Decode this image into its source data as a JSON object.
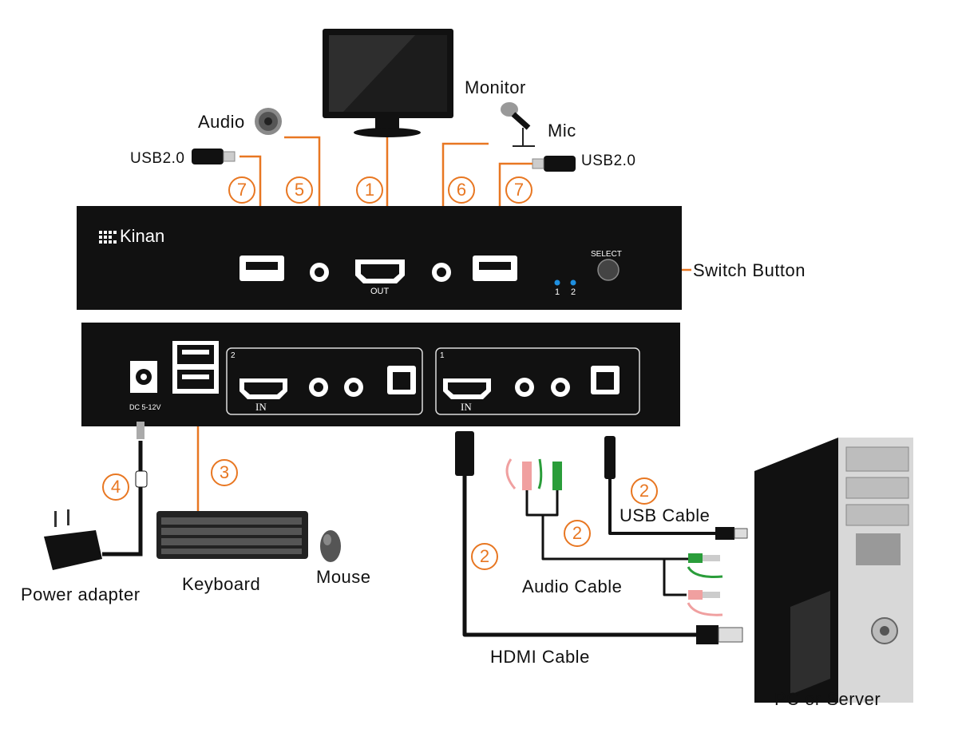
{
  "brand": "Kinan",
  "labels": {
    "monitor": "Monitor",
    "audio": "Audio",
    "mic": "Mic",
    "usb_left": "USB2.0",
    "usb_right": "USB2.0",
    "switch_button": "Switch  Button",
    "power_adapter": "Power adapter",
    "keyboard": "Keyboard",
    "mouse": "Mouse",
    "usb_cable": "USB Cable",
    "audio_cable": "Audio Cable",
    "hdmi_cable": "HDMI Cable",
    "pc_or_server": "PC or Server"
  },
  "markers": {
    "usb_left": "7",
    "audio": "5",
    "monitor": "1",
    "mic": "6",
    "usb_right": "7",
    "power": "4",
    "keyboard": "3",
    "usb_cable": "2",
    "audio_cable": "2",
    "hdmi_cable": "2"
  },
  "front_panel": {
    "out_label": "OUT",
    "select_label": "SELECT",
    "led1": "1",
    "led2": "2"
  },
  "back_panel": {
    "dc_label": "DC  5-12V",
    "port2": "2",
    "port1": "1",
    "in_label_2": "IN",
    "in_label_1": "IN"
  },
  "colors": {
    "line": "#e87722",
    "device": "#1a1a1a",
    "led": "#1e8fe0"
  }
}
